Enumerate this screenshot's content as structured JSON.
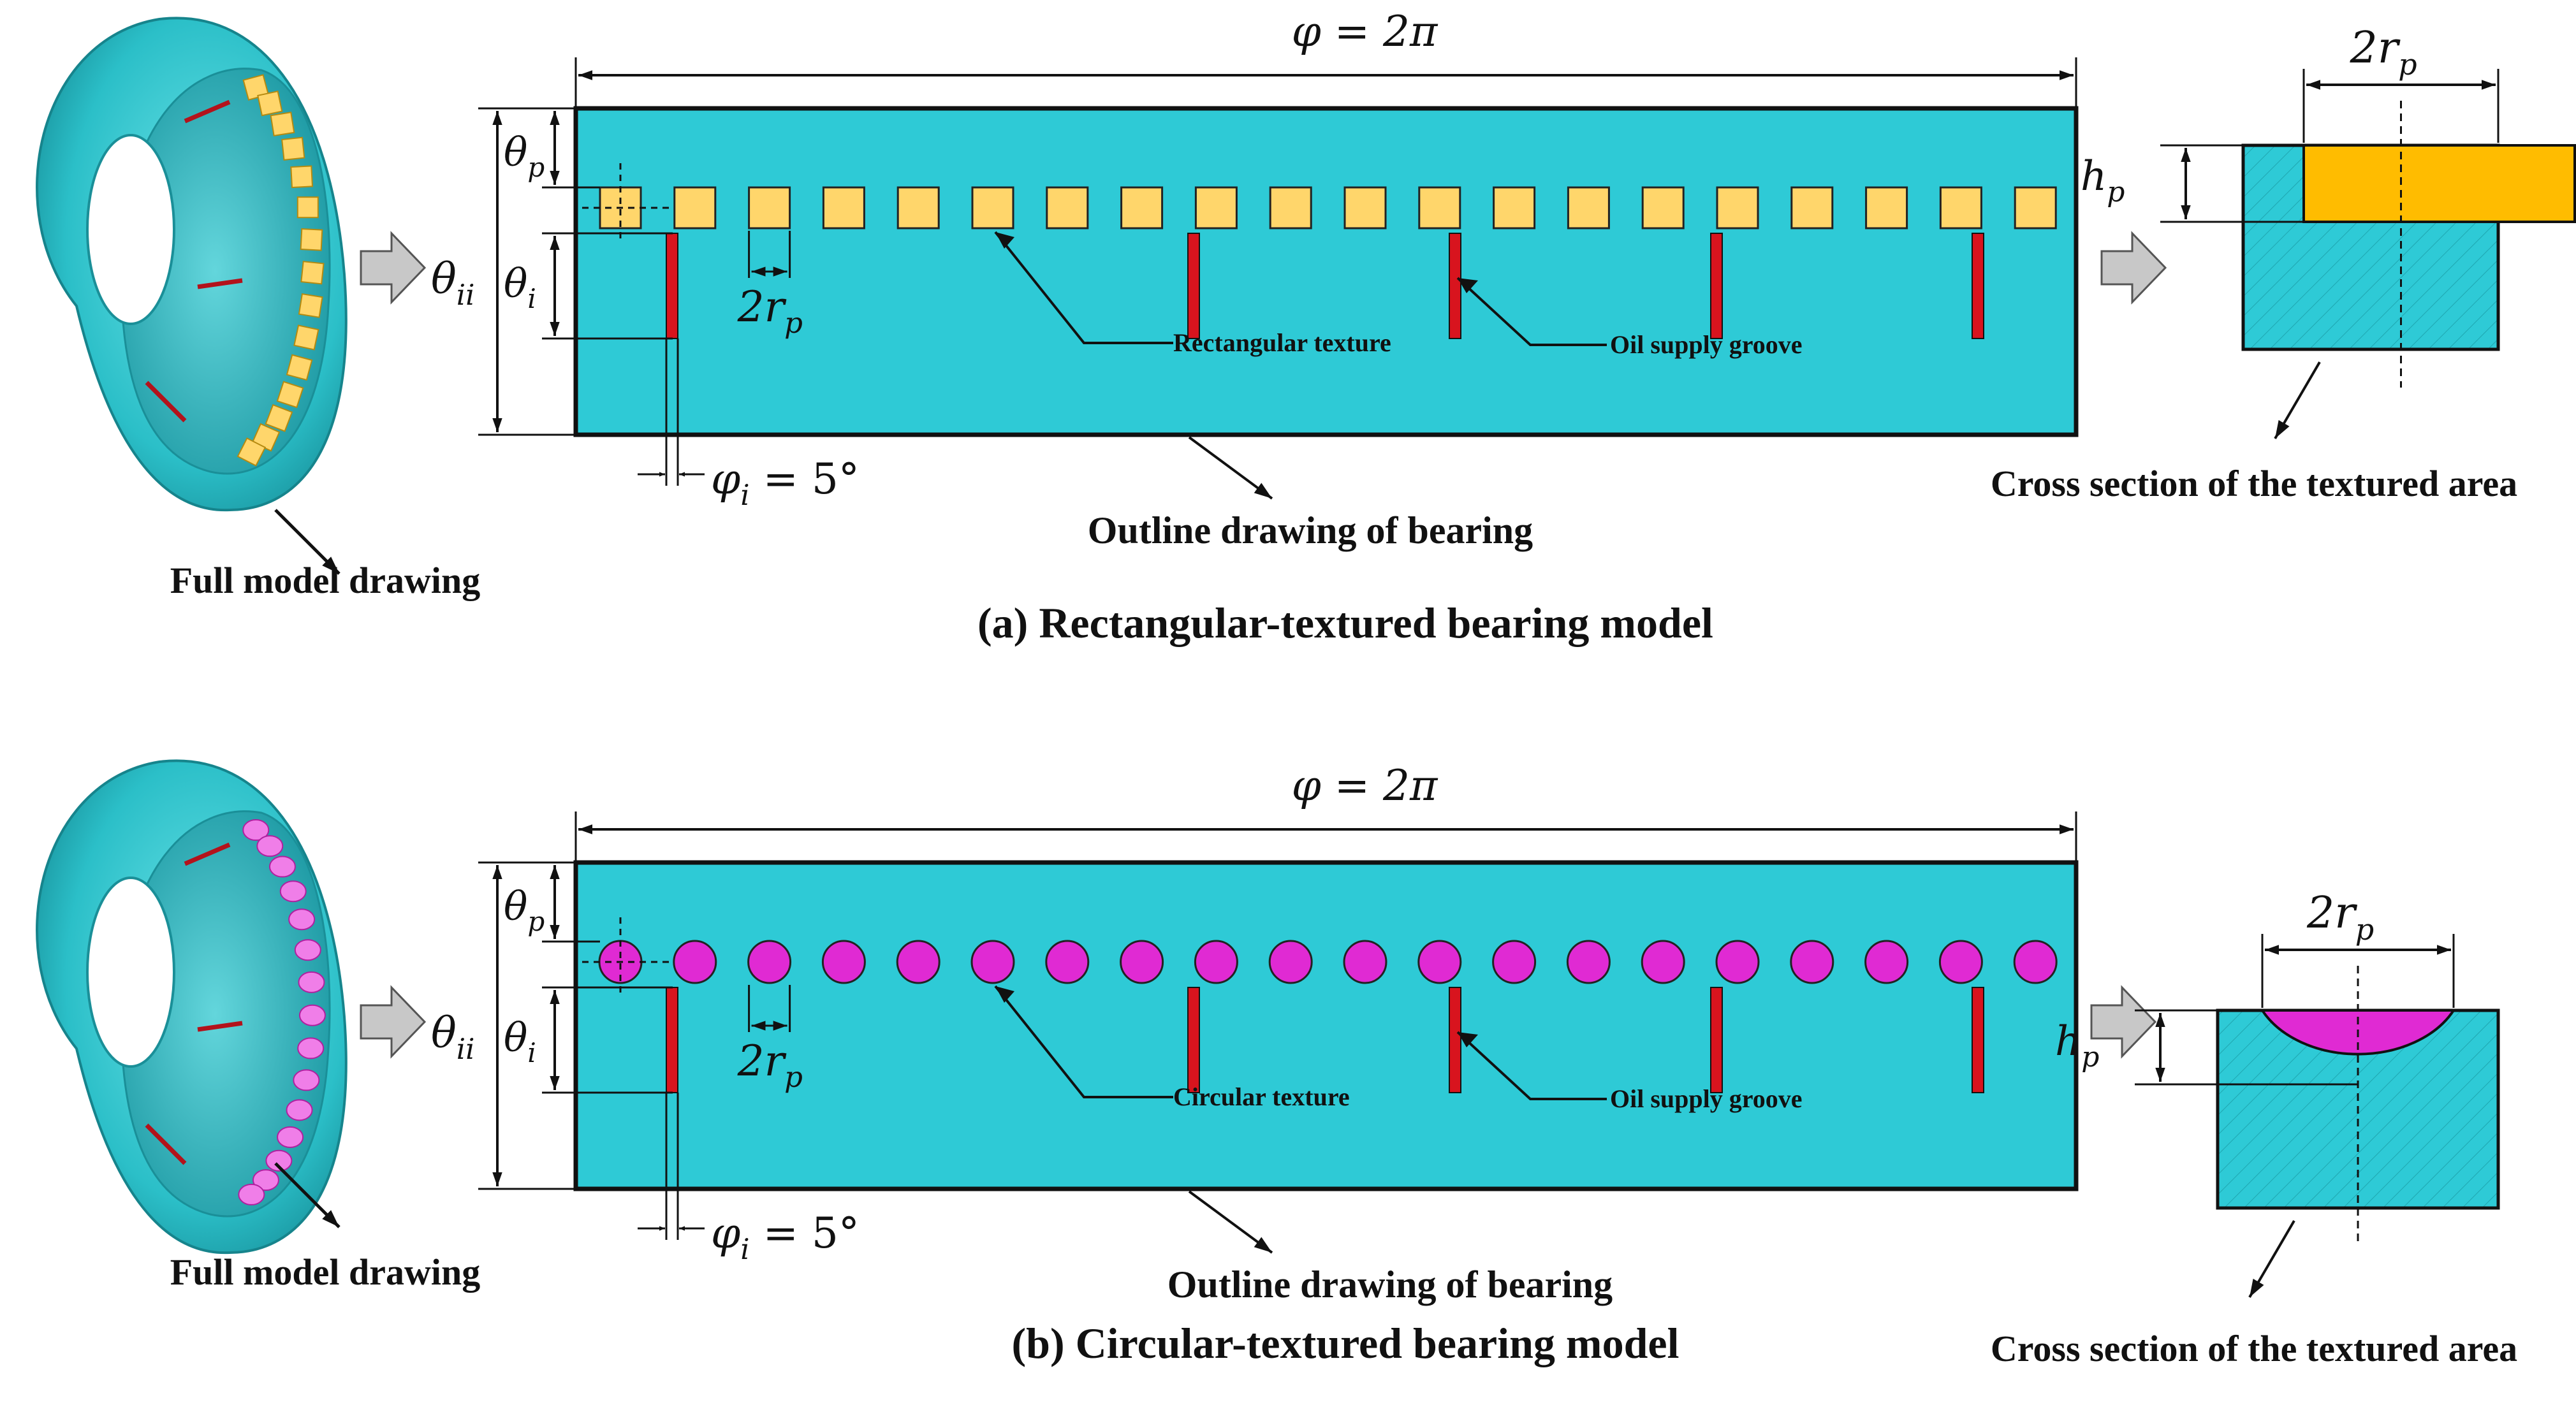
{
  "colors": {
    "bearing_fill": "#2ecad6",
    "bearing_dark": "#1fa6b0",
    "rect_texture": "#ffd66b",
    "rect_section_fill": "#ffbc00",
    "circ_texture": "#e02ad3",
    "groove": "#d8141e",
    "outline": "#111111",
    "arrow_fill": "#c8c8c8"
  },
  "icons": [
    "right-block-arrow-icon",
    "leader-arrow-icon",
    "dimension-arrow-icon"
  ],
  "panels": [
    {
      "id": "a",
      "texture_shape": "rectangle",
      "caption": "(a) Rectangular-textured bearing model",
      "full_model_label": "Full model drawing",
      "outline_label": "Outline drawing of bearing",
      "cross_section_label": "Cross section of the textured area",
      "texture_label": "Rectangular texture",
      "groove_label": "Oil supply groove",
      "dims": {
        "phi_total": "φ = 2π",
        "theta_p": "θ",
        "theta_p_sub": "p",
        "theta_i": "θ",
        "theta_i_sub": "i",
        "theta_ii": "θ",
        "theta_ii_sub": "ii",
        "two_rp": "2r",
        "two_rp_sub": "p",
        "phi_i": "φ",
        "phi_i_sub": "i",
        "phi_i_value": " = 5°",
        "h_p": "h",
        "h_p_sub": "p"
      }
    },
    {
      "id": "b",
      "texture_shape": "circle",
      "caption": "(b) Circular-textured bearing model",
      "full_model_label": "Full model drawing",
      "outline_label": "Outline drawing of bearing",
      "cross_section_label": "Cross section of the textured area",
      "texture_label": "Circular texture",
      "groove_label": "Oil supply groove",
      "dims": {
        "phi_total": "φ = 2π",
        "theta_p": "θ",
        "theta_p_sub": "p",
        "theta_i": "θ",
        "theta_i_sub": "i",
        "theta_ii": "θ",
        "theta_ii_sub": "ii",
        "two_rp": "2r",
        "two_rp_sub": "p",
        "phi_i": "φ",
        "phi_i_sub": "i",
        "phi_i_value": " = 5°",
        "h_p": "h",
        "h_p_sub": "p"
      }
    }
  ]
}
